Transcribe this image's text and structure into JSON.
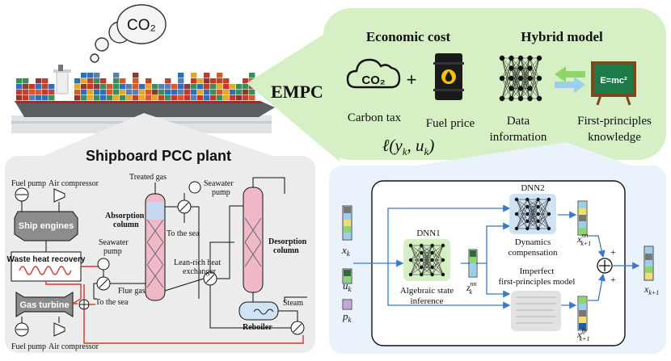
{
  "colors": {
    "green_panel": "#d6efc4",
    "blue_panel": "#eaf3fb",
    "gray_panel": "#ececec",
    "absorber": "#efb9c8",
    "absorber_top": "#c8d8f0",
    "flue_red": "#d9352a",
    "arrow_blue": "#3a78c8",
    "arrow_green": "#8fd66a",
    "barrel_yellow": "#f5c400"
  },
  "co2_label": "CO₂",
  "empc": "EMPC",
  "economic": {
    "title": "Economic cost",
    "carbon_tax": "Carbon tax",
    "fuel_price": "Fuel price",
    "plus": "+",
    "formula": "ℓ(y_k, u_k)"
  },
  "hybrid": {
    "title": "Hybrid model",
    "data_info_1": "Data",
    "data_info_2": "information",
    "fp_1": "First-principles",
    "fp_2": "knowledge",
    "emc2": "E=mc²"
  },
  "plant": {
    "title": "Shipboard PCC plant",
    "fuel_pump_top": "Fuel pump",
    "air_comp_top": "Air compressor",
    "ship_engines": "Ship engines",
    "waste_heat": "Waste heat recovery",
    "gas_turbine": "Gas turbine",
    "fuel_pump_bottom": "Fuel pump",
    "air_comp_bottom": "Air compressor",
    "seawater_pump_1": "Seawater",
    "seawater_pump_1b": "pump",
    "flue_gas": "Flue gas",
    "to_sea_1": "To the sea",
    "treated_gas": "Treated gas",
    "absorption_1": "Absorption",
    "absorption_2": "column",
    "seawater_pump_2": "Seawater",
    "seawater_pump_2b": "pump",
    "to_sea_2": "To the sea",
    "lean_rich_1": "Lean-rich heat",
    "lean_rich_2": "exchanger",
    "desorption_1": "Desorption",
    "desorption_2": "column",
    "steam": "Steam",
    "reboiler": "Reboiler"
  },
  "network": {
    "x_k": "x",
    "u_k": "u",
    "p_k": "p",
    "k": "k",
    "dnn1": "DNN1",
    "dnn2": "DNN2",
    "alg_1": "Algebraic state",
    "alg_2": "inference",
    "dyn_1": "Dynamics",
    "dyn_2": "compensation",
    "imp_1": "Imperfect",
    "imp_2": "first-principles model",
    "z_label": "z",
    "z_sup": "nn",
    "xnn_label": "x",
    "xnn_sup": "nn",
    "xfp_label": "x",
    "xfp_sup": "fp",
    "kplus": "k+1",
    "xhat_label": "x",
    "plus_sign": "+"
  }
}
